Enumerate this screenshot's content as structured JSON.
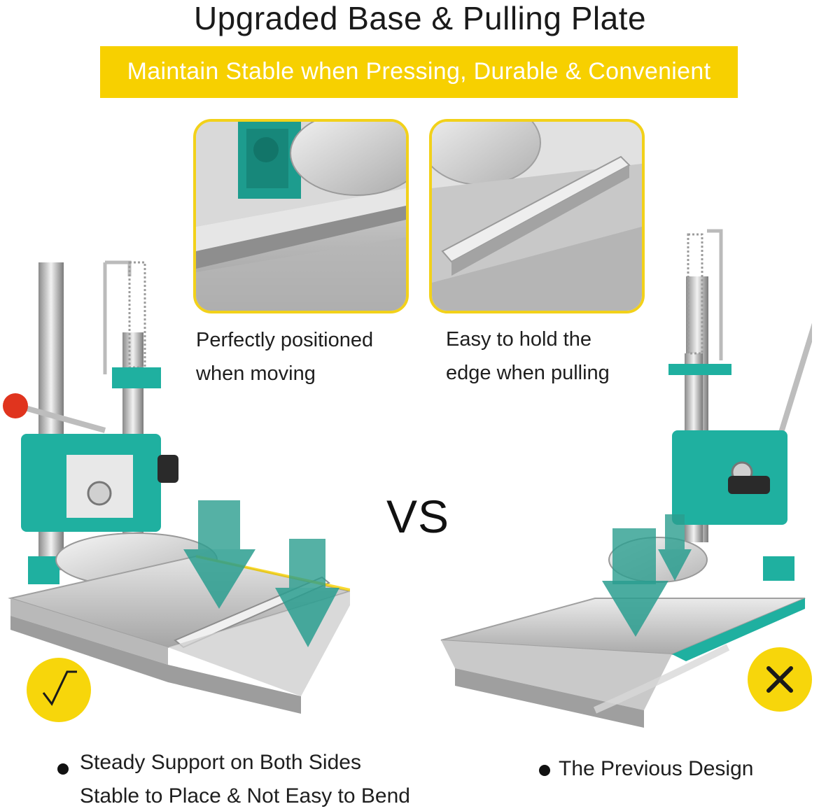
{
  "header": {
    "title": "Upgraded Base & Pulling Plate",
    "banner": "Maintain Stable when Pressing, Durable & Convenient"
  },
  "details": [
    {
      "caption_line1": "Perfectly positioned",
      "caption_line2": "when moving"
    },
    {
      "caption_line1": "Easy to hold the",
      "caption_line2": "edge when pulling"
    }
  ],
  "comparison": {
    "vs_label": "VS",
    "new_design": {
      "mark": "√",
      "line1": "Steady Support on Both Sides",
      "line2": "Stable to Place & Not Easy to Bend"
    },
    "old_design": {
      "mark": "✕",
      "line1": "The Previous Design"
    }
  },
  "colors": {
    "banner": "#f7d000",
    "frame": "#f2d11a",
    "machine_teal": "#1fb0a0",
    "arrow_teal": "#2a9d8f",
    "knob_red": "#e0341e"
  },
  "icons": [
    "check-mark-icon",
    "cross-mark-icon",
    "down-arrow-icon"
  ]
}
